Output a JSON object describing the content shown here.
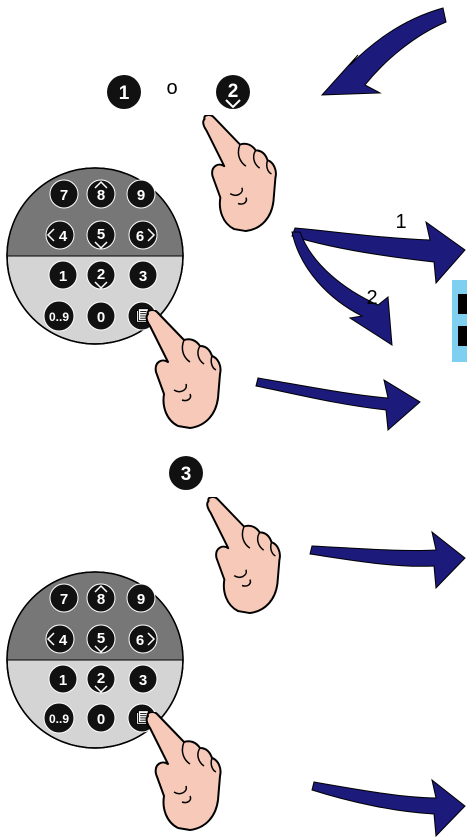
{
  "top_steps": {
    "step1": "1",
    "separator": "o",
    "step2": "2"
  },
  "step3": "3",
  "branch_labels": [
    "1",
    "2"
  ],
  "keypad": {
    "rows": [
      [
        "7",
        "8",
        "9"
      ],
      [
        "4",
        "5",
        "6"
      ],
      [
        "1",
        "2",
        "3"
      ],
      [
        "0..9",
        "0",
        "doc-icon"
      ]
    ]
  },
  "colors": {
    "arrow": "#1c1a7a",
    "hand": "#f7c9b8",
    "keypad_top": "#777777",
    "keypad_bottom": "#d4d4d4",
    "button": "#111111",
    "partial_box": "#7fd0f0"
  }
}
